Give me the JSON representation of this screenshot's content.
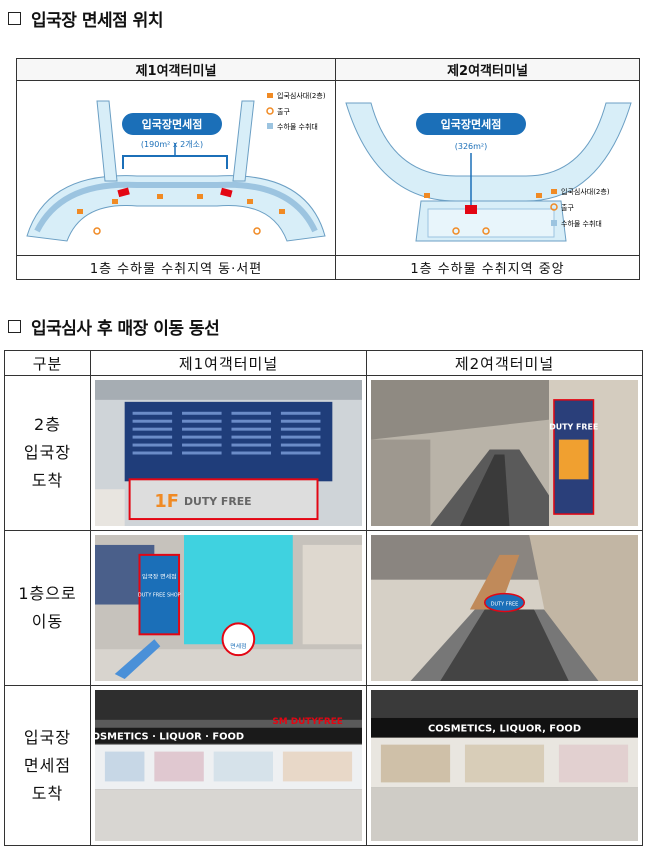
{
  "section1": {
    "title": "입국장 면세점 위치"
  },
  "location": {
    "t1": {
      "header": "제1여객터미널",
      "badge": "입국장면세점",
      "area": "(190m² x 2개소)",
      "legend": [
        "입국심사대(2층)",
        "출구",
        "수하물 수취대"
      ],
      "footer": "1층 수하물 수취지역 동·서편"
    },
    "t2": {
      "header": "제2여객터미널",
      "badge": "입국장면세점",
      "area": "(326m²)",
      "legend": [
        "입국심사대(2층)",
        "출구",
        "수하물 수취대"
      ],
      "footer": "1층 수하물 수취지역 중앙"
    },
    "colors": {
      "badge": "#1b6fb8",
      "floor": "#d8eef8",
      "marker": "#e30613",
      "gate": "#f08a24"
    }
  },
  "section2": {
    "title": "입국심사 후 매장 이동 동선"
  },
  "route": {
    "headers": [
      "구분",
      "제1여객터미널",
      "제2여객터미널"
    ],
    "rows": [
      {
        "label": [
          "2층",
          "입국장",
          "도착"
        ],
        "t1_sign": "DUTY FREE",
        "t1_sign_num": "1F",
        "t2_sign": "DUTY FREE"
      },
      {
        "label": [
          "1층으로",
          "이동"
        ],
        "t1_sign": "DUTY FREE SHOP",
        "t1_sign_kr": "입국장 면세점",
        "t1_circle": "면세점",
        "t2_sign": "DUTY FREE"
      },
      {
        "label": [
          "입국장",
          "면세점",
          "도착"
        ],
        "t1_sign": "COSMETICS · LIQUOR · FOOD",
        "t1_brand": "SM DUTYFREE",
        "t2_sign": "COSMETICS, LIQUOR, FOOD"
      }
    ]
  }
}
